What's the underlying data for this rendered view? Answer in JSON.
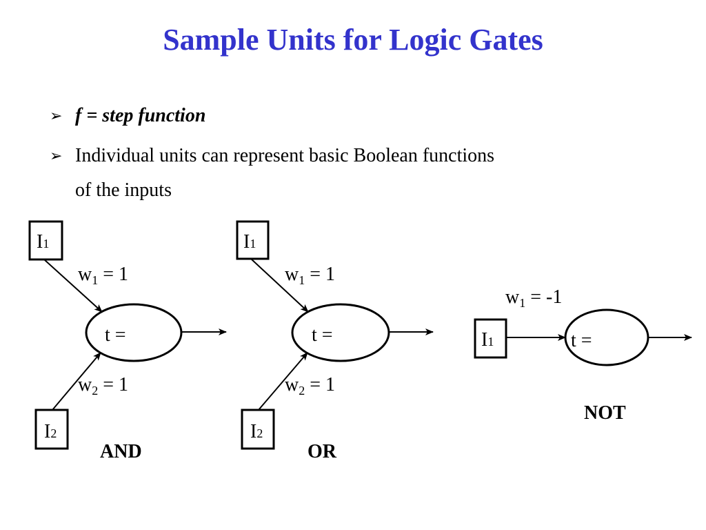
{
  "title": "Sample Units for Logic Gates",
  "bullets": {
    "first": "f  = step function",
    "second_line1": "Individual  units can represent basic Boolean functions",
    "second_line2": "of the inputs"
  },
  "and_unit": {
    "input1": "I",
    "input1_sub": "1",
    "input2": "I",
    "input2_sub": "2",
    "w1": "w",
    "w1_sub": "1",
    "w1_val": " = 1",
    "w2": "w",
    "w2_sub": "2",
    "w2_val": " = 1",
    "threshold": "t =",
    "gate": "AND"
  },
  "or_unit": {
    "input1": "I",
    "input1_sub": "1",
    "input2": "I",
    "input2_sub": "2",
    "w1": "w",
    "w1_sub": "1",
    "w1_val": " = 1",
    "w2": "w",
    "w2_sub": "2",
    "w2_val": " = 1",
    "threshold": "t =",
    "gate": "OR"
  },
  "not_unit": {
    "input1": "I",
    "input1_sub": "1",
    "w1": "w",
    "w1_sub": "1",
    "w1_val": " = -1",
    "threshold": "t =",
    "gate": "NOT"
  },
  "colors": {
    "title": "#3333cc",
    "ink": "#000000"
  }
}
